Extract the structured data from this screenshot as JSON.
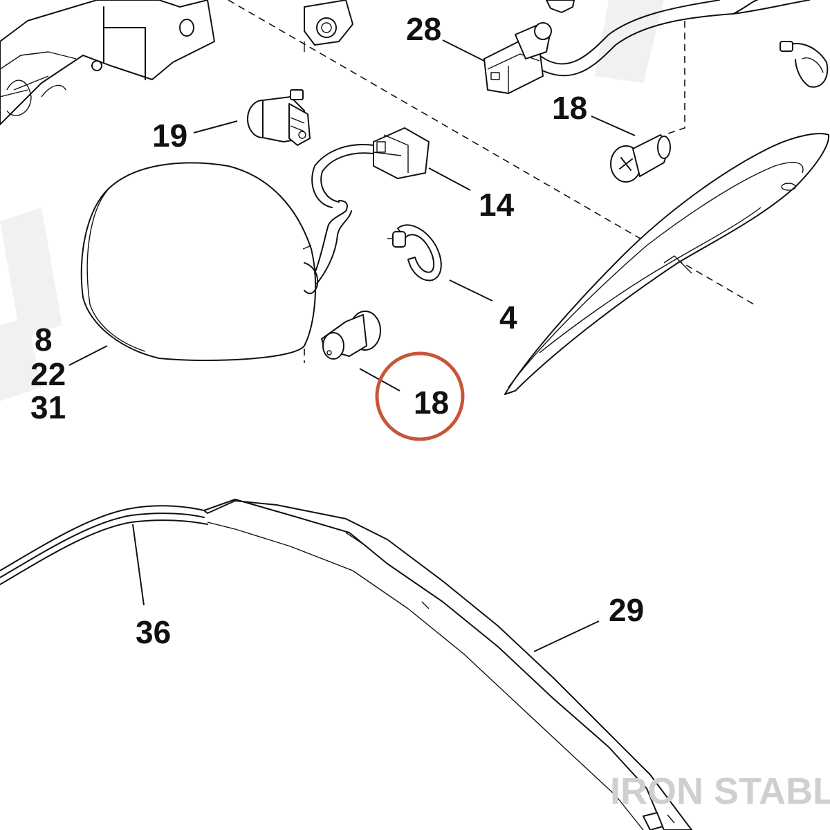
{
  "diagram": {
    "callouts": [
      {
        "id": "c28",
        "text": "28"
      },
      {
        "id": "c18a",
        "text": "18"
      },
      {
        "id": "c19",
        "text": "19"
      },
      {
        "id": "c14",
        "text": "14"
      },
      {
        "id": "c4",
        "text": "4"
      },
      {
        "id": "c8",
        "text": "8"
      },
      {
        "id": "c22",
        "text": "22"
      },
      {
        "id": "c31",
        "text": "31"
      },
      {
        "id": "c18b",
        "text": "18"
      },
      {
        "id": "c36",
        "text": "36"
      },
      {
        "id": "c29",
        "text": "29"
      }
    ],
    "highlight_color": "#c8553a",
    "watermark_bottom": "IRON STABLE"
  }
}
